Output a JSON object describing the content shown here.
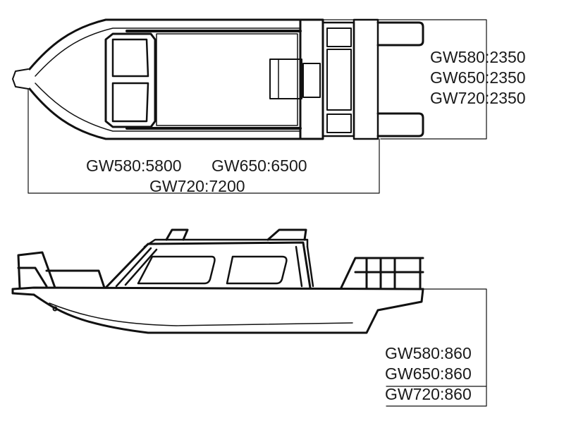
{
  "top_view": {
    "beam_labels": [
      "GW580:2350",
      "GW650:2350",
      "GW720:2350"
    ],
    "length_labels": [
      "GW580:5800",
      "GW650:6500",
      "GW720:7200"
    ]
  },
  "side_view": {
    "height_labels": [
      "GW580:860",
      "GW650:860",
      "GW720:860"
    ]
  },
  "colors": {
    "line": "#111111",
    "text": "#1a1a1a",
    "background": "#ffffff"
  }
}
